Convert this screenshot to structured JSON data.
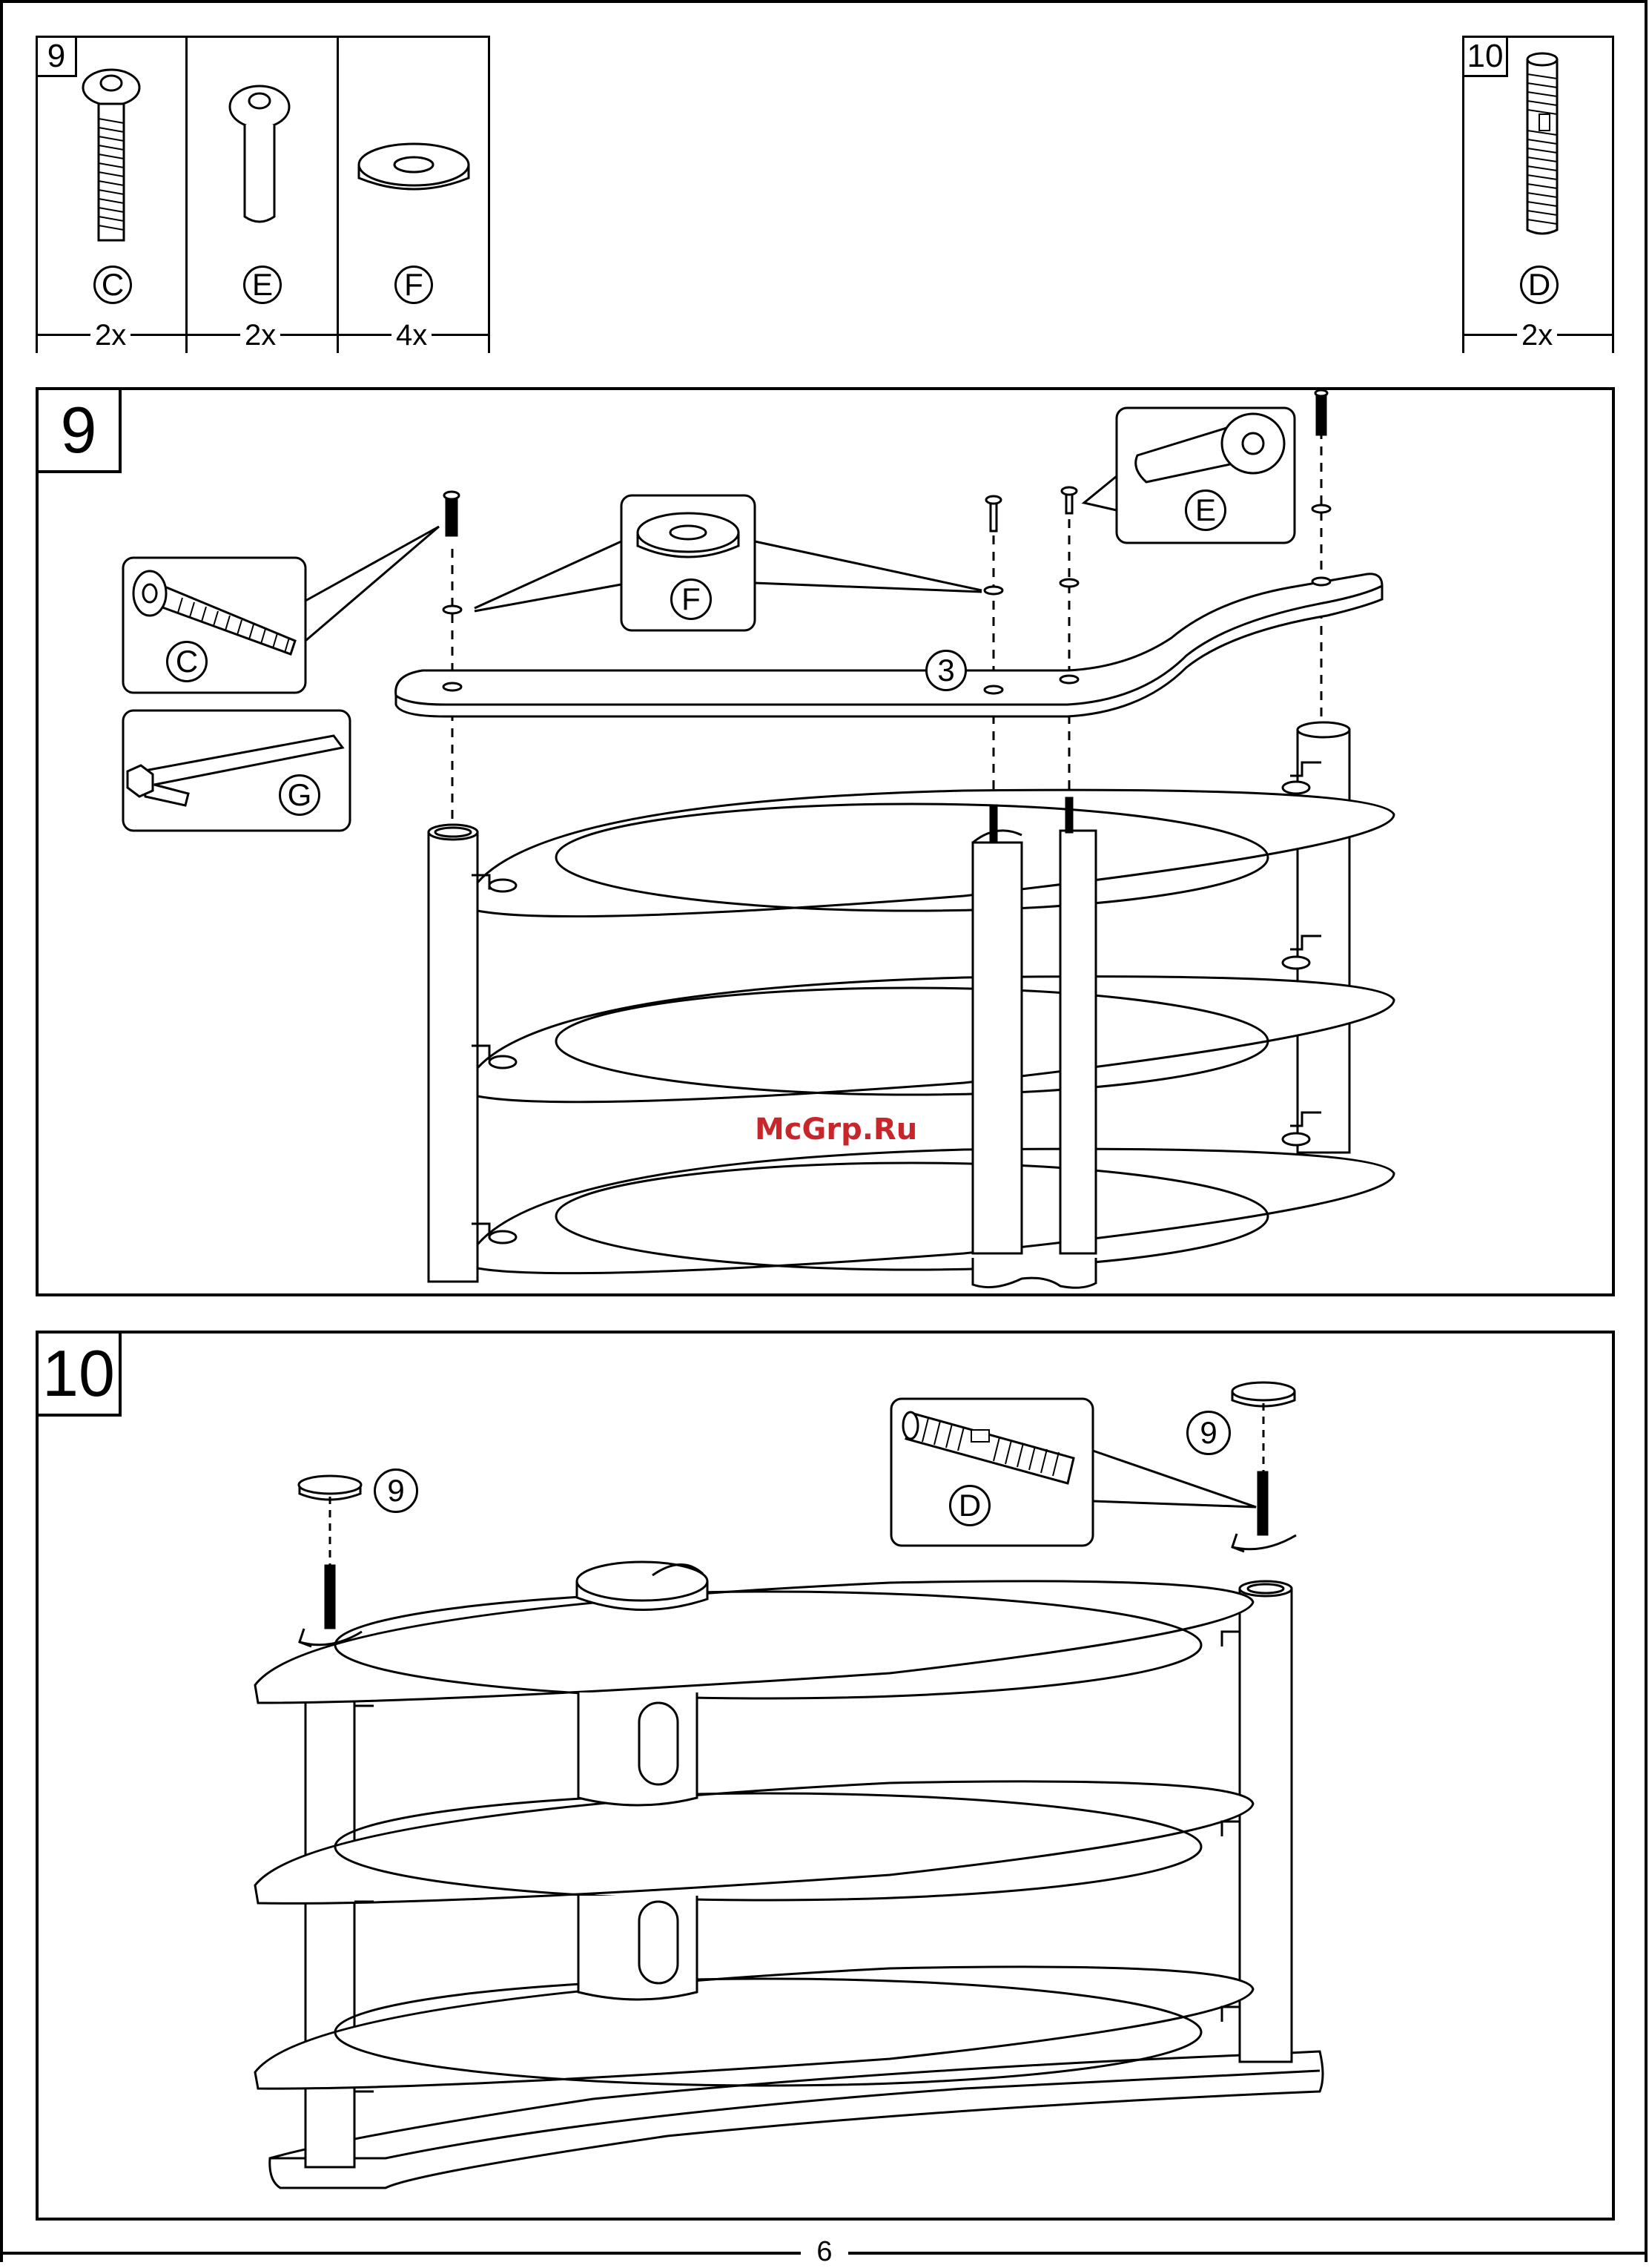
{
  "page_number": "6",
  "watermark": "McGrp.Ru",
  "parts_panel_9": {
    "step": "9",
    "parts": [
      {
        "letter": "C",
        "qty": "2x"
      },
      {
        "letter": "E",
        "qty": "2x"
      },
      {
        "letter": "F",
        "qty": "4x"
      }
    ]
  },
  "parts_panel_10": {
    "step": "10",
    "parts": [
      {
        "letter": "D",
        "qty": "2x"
      }
    ]
  },
  "step9": {
    "step": "9",
    "callouts": {
      "c": "C",
      "g": "G",
      "f": "F",
      "e": "E",
      "shelf": "3"
    }
  },
  "step10": {
    "step": "10",
    "callouts": {
      "d": "D",
      "cap_left": "9",
      "cap_right": "9"
    }
  }
}
